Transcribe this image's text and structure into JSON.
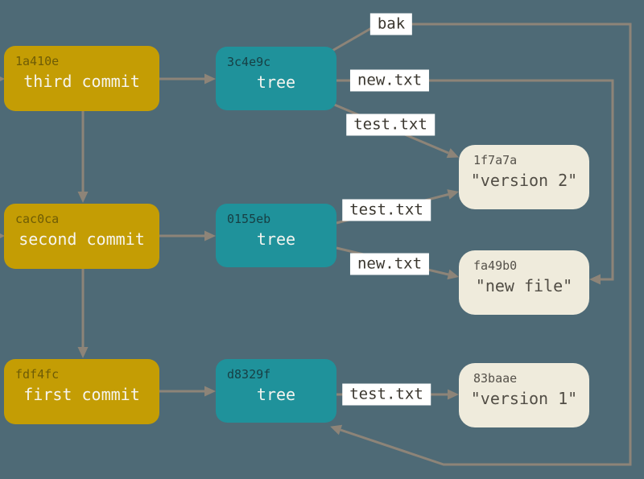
{
  "commits": [
    {
      "hash": "1a410e",
      "label": "third commit"
    },
    {
      "hash": "cac0ca",
      "label": "second commit"
    },
    {
      "hash": "fdf4fc",
      "label": "first commit"
    }
  ],
  "trees": [
    {
      "hash": "3c4e9c",
      "label": "tree"
    },
    {
      "hash": "0155eb",
      "label": "tree"
    },
    {
      "hash": "d8329f",
      "label": "tree"
    }
  ],
  "blobs": [
    {
      "hash": "1f7a7a",
      "label": "\"version 2\""
    },
    {
      "hash": "fa49b0",
      "label": "\"new file\""
    },
    {
      "hash": "83baae",
      "label": "\"version 1\""
    }
  ],
  "edge_labels": [
    "bak",
    "new.txt",
    "test.txt",
    "test.txt",
    "new.txt",
    "test.txt"
  ],
  "connections": [
    {
      "from": "1a410e",
      "to": "3c4e9c",
      "label": ""
    },
    {
      "from": "1a410e",
      "to": "cac0ca",
      "label": ""
    },
    {
      "from": "cac0ca",
      "to": "0155eb",
      "label": ""
    },
    {
      "from": "cac0ca",
      "to": "fdf4fc",
      "label": ""
    },
    {
      "from": "fdf4fc",
      "to": "d8329f",
      "label": ""
    },
    {
      "from": "3c4e9c",
      "to": "d8329f",
      "label": "bak"
    },
    {
      "from": "3c4e9c",
      "to": "fa49b0",
      "label": "new.txt"
    },
    {
      "from": "3c4e9c",
      "to": "1f7a7a",
      "label": "test.txt"
    },
    {
      "from": "0155eb",
      "to": "1f7a7a",
      "label": "test.txt"
    },
    {
      "from": "0155eb",
      "to": "fa49b0",
      "label": "new.txt"
    },
    {
      "from": "d8329f",
      "to": "83baae",
      "label": "test.txt"
    }
  ],
  "colors": {
    "background": "#4e6a76",
    "commit": "#c49d04",
    "tree": "#1f929b",
    "blob": "#efebdc",
    "edge": "#8d8478",
    "edge_label_bg": "#ffffff",
    "edge_label_text": "#3a362e"
  }
}
